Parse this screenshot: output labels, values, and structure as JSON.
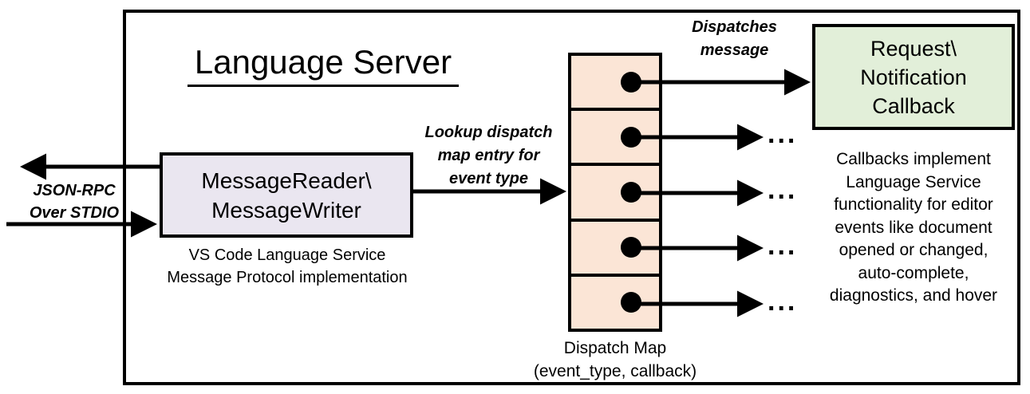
{
  "diagram": {
    "frame": {
      "title": "Language Server"
    },
    "message_handler": {
      "box_line1": "MessageReader\\",
      "box_line2": "MessageWriter",
      "caption_line1": "VS Code Language Service",
      "caption_line2": "Message Protocol implementation",
      "fill_color": "#EAE6F0"
    },
    "transport": {
      "label_line1": "JSON-RPC",
      "label_line2": "Over STDIO"
    },
    "lookup_edge": {
      "label_line1": "Lookup dispatch",
      "label_line2": "map entry for",
      "label_line3": "event type"
    },
    "dispatch_edge": {
      "label_line1": "Dispatches",
      "label_line2": "message"
    },
    "dispatch_map": {
      "caption_line1": "Dispatch Map",
      "caption_line2": "(event_type, callback)",
      "fill_color": "#FBE5D6",
      "rows": [
        {
          "id": "row-1",
          "dot": "callback-dot"
        },
        {
          "id": "row-2",
          "dot": "callback-dot"
        },
        {
          "id": "row-3",
          "dot": "callback-dot"
        },
        {
          "id": "row-4",
          "dot": "callback-dot"
        },
        {
          "id": "row-5",
          "dot": "callback-dot"
        }
      ],
      "ellipses": [
        "...",
        "...",
        "...",
        "..."
      ]
    },
    "callback": {
      "box_line1": "Request\\",
      "box_line2": "Notification",
      "box_line3": "Callback",
      "fill_color": "#E2EFD9",
      "caption_line1": "Callbacks implement",
      "caption_line2": "Language Service",
      "caption_line3": "functionality for editor",
      "caption_line4": "events like document",
      "caption_line5": "opened or changed,",
      "caption_line6": "auto-complete,",
      "caption_line7": "diagnostics, and hover"
    },
    "colors": {
      "stroke": "#000000",
      "background": "#FFFFFF"
    }
  }
}
